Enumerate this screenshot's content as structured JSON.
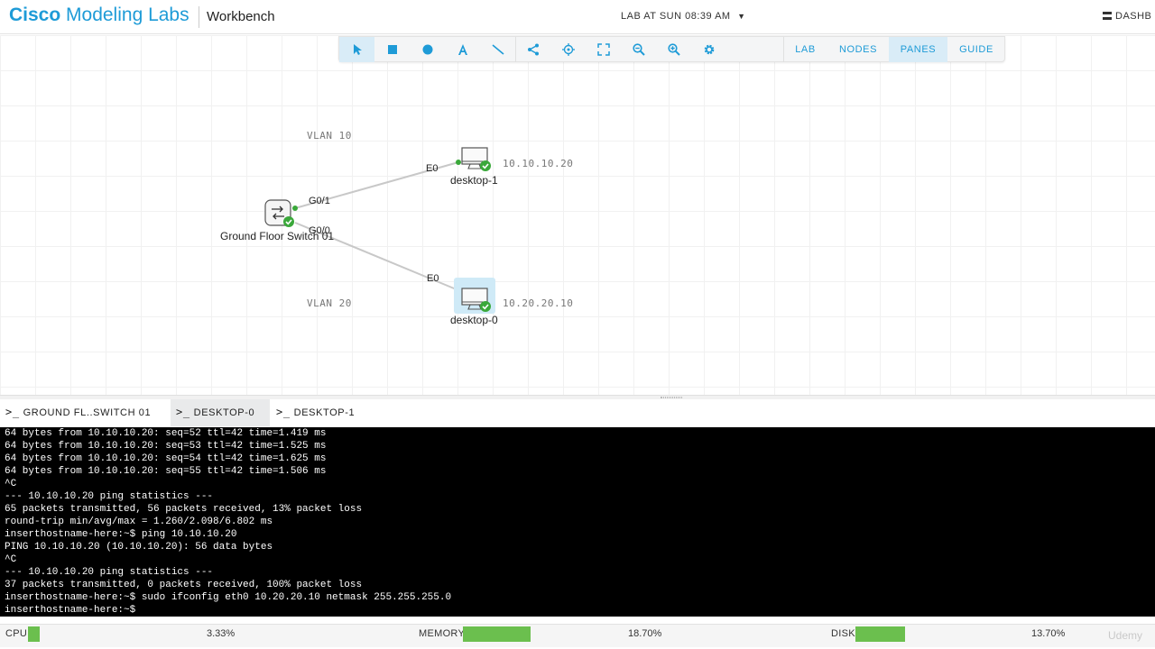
{
  "header": {
    "brand_bold": "Cisco",
    "brand_rest": " Modeling Labs",
    "section": "Workbench",
    "lab_title": "LAB AT SUN 08:39 AM",
    "dashboard_label": "DASHB"
  },
  "toolbar": {
    "tools": [
      "pointer-icon",
      "rectangle-icon",
      "ellipse-icon",
      "text-icon",
      "line-icon",
      "share-nodes-icon",
      "crosshair-icon",
      "fit-screen-icon",
      "zoom-out-icon",
      "zoom-in-icon",
      "gear-icon"
    ],
    "menus": [
      "LAB",
      "NODES",
      "PANES",
      "GUIDE"
    ],
    "active_menu": "PANES"
  },
  "topology": {
    "vlan_labels": [
      "VLAN 10",
      "VLAN 20"
    ],
    "switch": {
      "name": "Ground Floor Switch 01",
      "ports": [
        "G0/1",
        "G0/0"
      ]
    },
    "desktops": [
      {
        "name": "desktop-1",
        "port": "E0",
        "ip": "10.10.10.20"
      },
      {
        "name": "desktop-0",
        "port": "E0",
        "ip": "10.20.20.10"
      }
    ],
    "colors": {
      "link": "#c8c8c8",
      "status_ok": "#3aa83a",
      "selected": "#cfeaf7"
    }
  },
  "console_tabs": [
    {
      "label": "GROUND FL..SWITCH 01",
      "active": false
    },
    {
      "label": "DESKTOP-0",
      "active": true
    },
    {
      "label": "DESKTOP-1",
      "active": false
    }
  ],
  "console_prompt_glyph": ">_",
  "terminal_lines": [
    "64 bytes from 10.10.10.20: seq=52 ttl=42 time=1.419 ms",
    "64 bytes from 10.10.10.20: seq=53 ttl=42 time=1.525 ms",
    "64 bytes from 10.10.10.20: seq=54 ttl=42 time=1.625 ms",
    "64 bytes from 10.10.10.20: seq=55 ttl=42 time=1.506 ms",
    "^C",
    "--- 10.10.10.20 ping statistics ---",
    "65 packets transmitted, 56 packets received, 13% packet loss",
    "round-trip min/avg/max = 1.260/2.098/6.802 ms",
    "inserthostname-here:~$ ping 10.10.10.20",
    "PING 10.10.10.20 (10.10.10.20): 56 data bytes",
    "^C",
    "--- 10.10.10.20 ping statistics ---",
    "37 packets transmitted, 0 packets received, 100% packet loss",
    "inserthostname-here:~$ sudo ifconfig eth0 10.20.20.10 netmask 255.255.255.0",
    "inserthostname-here:~$ "
  ],
  "status": {
    "cpu": {
      "label": "CPU",
      "value": "3.33%",
      "fraction": 0.0333
    },
    "memory": {
      "label": "MEMORY",
      "value": "18.70%",
      "fraction": 0.187
    },
    "disk": {
      "label": "DISK",
      "value": "13.70%",
      "fraction": 0.137
    },
    "bar_color": "#6bbf4e"
  },
  "watermark": "Udemy"
}
